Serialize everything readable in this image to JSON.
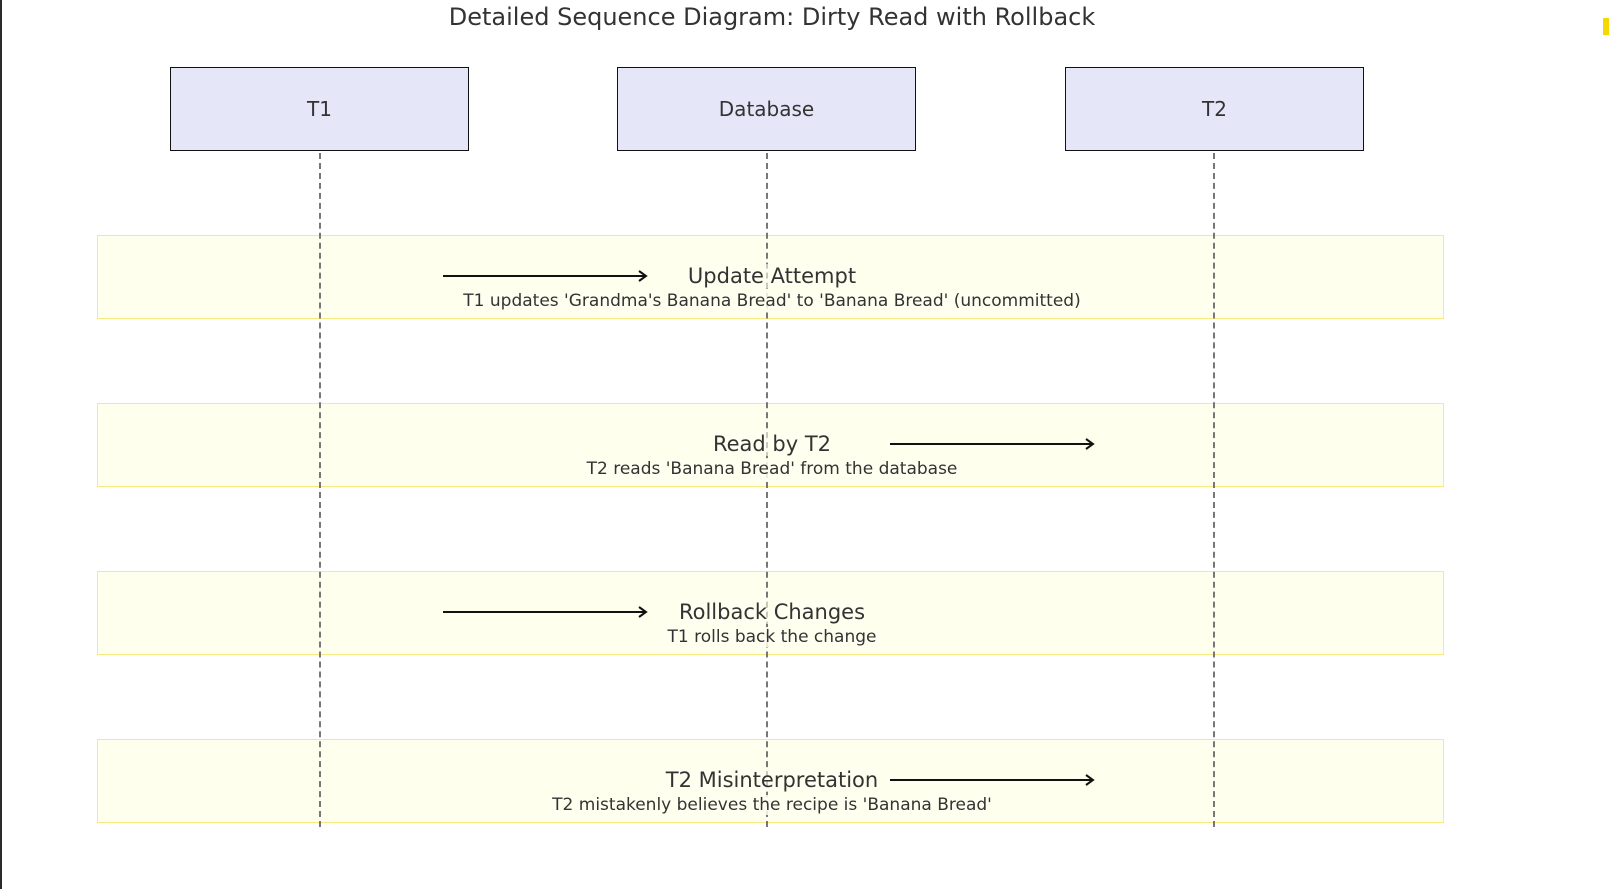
{
  "diagram": {
    "title": "Detailed Sequence Diagram: Dirty Read with Rollback",
    "actors": [
      {
        "id": "t1",
        "label": "T1"
      },
      {
        "id": "database",
        "label": "Database"
      },
      {
        "id": "t2",
        "label": "T2"
      }
    ],
    "steps": [
      {
        "label": "Update Attempt",
        "description": "T1 updates 'Grandma's Banana Bread' to 'Banana Bread' (uncommitted)",
        "from": "T1",
        "to": "Database"
      },
      {
        "label": "Read by T2",
        "description": "T2 reads 'Banana Bread' from the database",
        "from": "Database",
        "to": "T2"
      },
      {
        "label": "Rollback Changes",
        "description": "T1 rolls back the change",
        "from": "T1",
        "to": "Database"
      },
      {
        "label": "T2 Misinterpretation",
        "description": "T2 mistakenly believes the recipe is 'Banana Bread'",
        "from": "Database",
        "to": "T2"
      }
    ],
    "colors": {
      "actor_fill": "#e6e6f9",
      "actor_border": "#111111",
      "step_fill": "#ffffde",
      "step_border": "#f7ea80",
      "lifeline": "#777777",
      "arrow": "#111111",
      "marker": "#f5d800"
    }
  }
}
